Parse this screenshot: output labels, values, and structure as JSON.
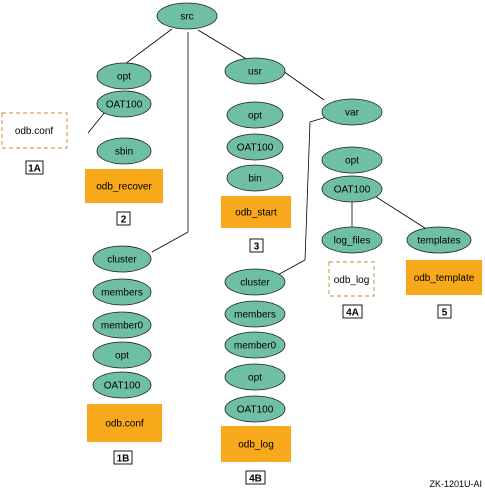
{
  "nodes": {
    "src": "src",
    "opt1": "opt",
    "oat1": "OAT100",
    "odbconf1": "odb.conf",
    "sbin": "sbin",
    "odb_recover": "odb_recover",
    "usr": "usr",
    "opt2": "opt",
    "oat2": "OAT100",
    "bin": "bin",
    "odb_start": "odb_start",
    "var": "var",
    "opt3": "opt",
    "oat3": "OAT100",
    "log_files": "log_files",
    "templates": "templates",
    "odb_log1": "odb_log",
    "odb_template": "odb_template",
    "cluster1": "cluster",
    "members1": "members",
    "member01": "member0",
    "opt4": "opt",
    "oat4": "OAT100",
    "odbconf2": "odb.conf",
    "cluster2": "cluster",
    "members2": "members",
    "member02": "member0",
    "opt5": "opt",
    "oat5": "OAT100",
    "odb_log2": "odb_log"
  },
  "callouts": {
    "c1a": "1A",
    "c2": "2",
    "c3": "3",
    "c4a": "4A",
    "c5": "5",
    "c1b": "1B",
    "c4b": "4B"
  },
  "figure_id": "ZK-1201U-AI",
  "colors": {
    "node_fill": "#6fbfa6",
    "file_fill": "#f7a81b",
    "dashed_border": "#c98a2c"
  }
}
